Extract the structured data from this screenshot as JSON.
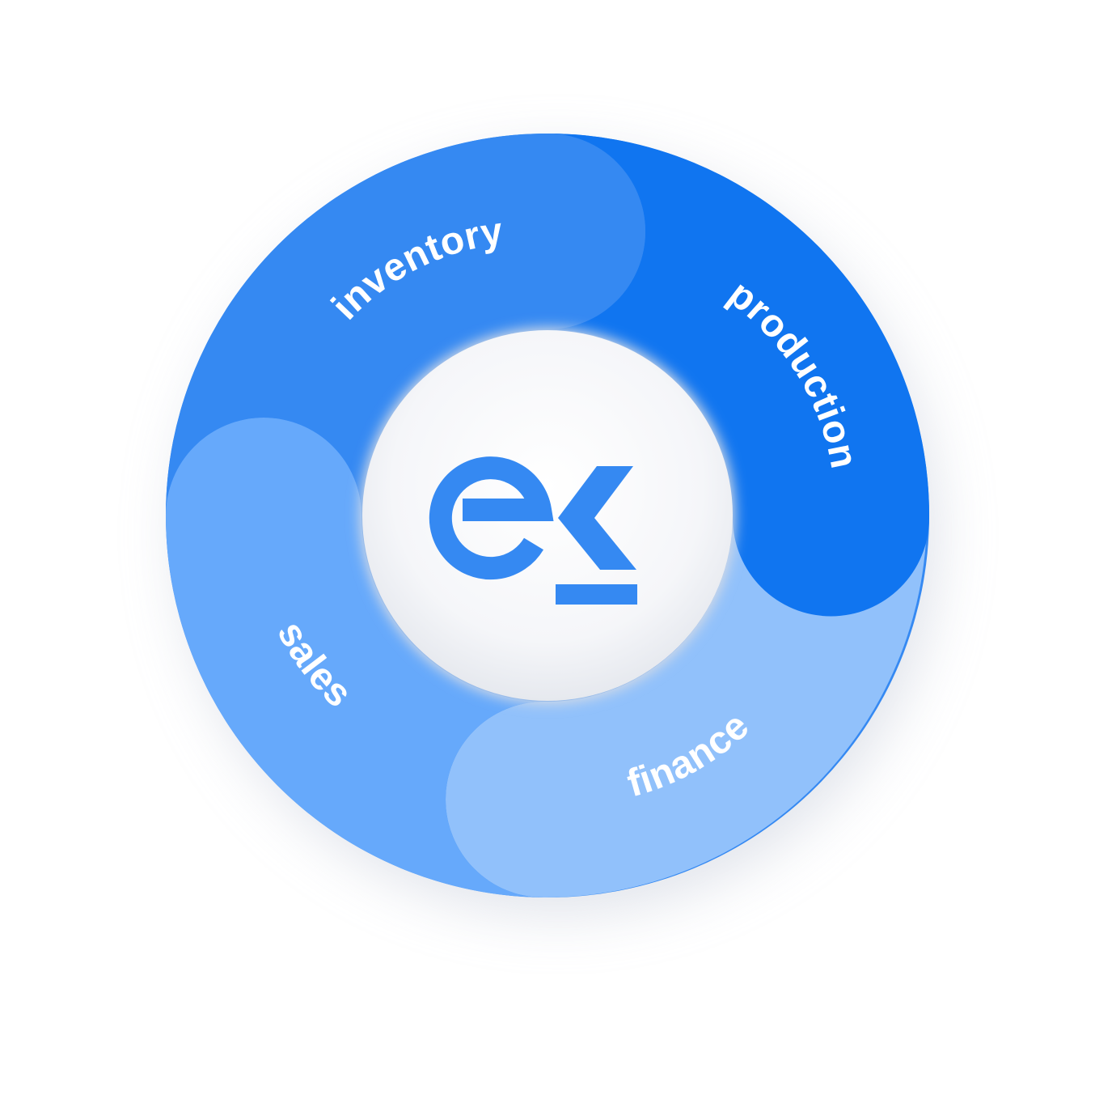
{
  "colors": {
    "inventory": "#3589f2",
    "production": "#1075f0",
    "sales": "#66a9fb",
    "finance": "#91c1fb",
    "center": "#ffffff",
    "logo": "#3589f2"
  },
  "segments": [
    {
      "id": "inventory",
      "label": "inventory"
    },
    {
      "id": "production",
      "label": "production"
    },
    {
      "id": "finance",
      "label": "finance"
    },
    {
      "id": "sales",
      "label": "sales"
    }
  ],
  "logo": {
    "icon": "ek-logo-icon"
  }
}
